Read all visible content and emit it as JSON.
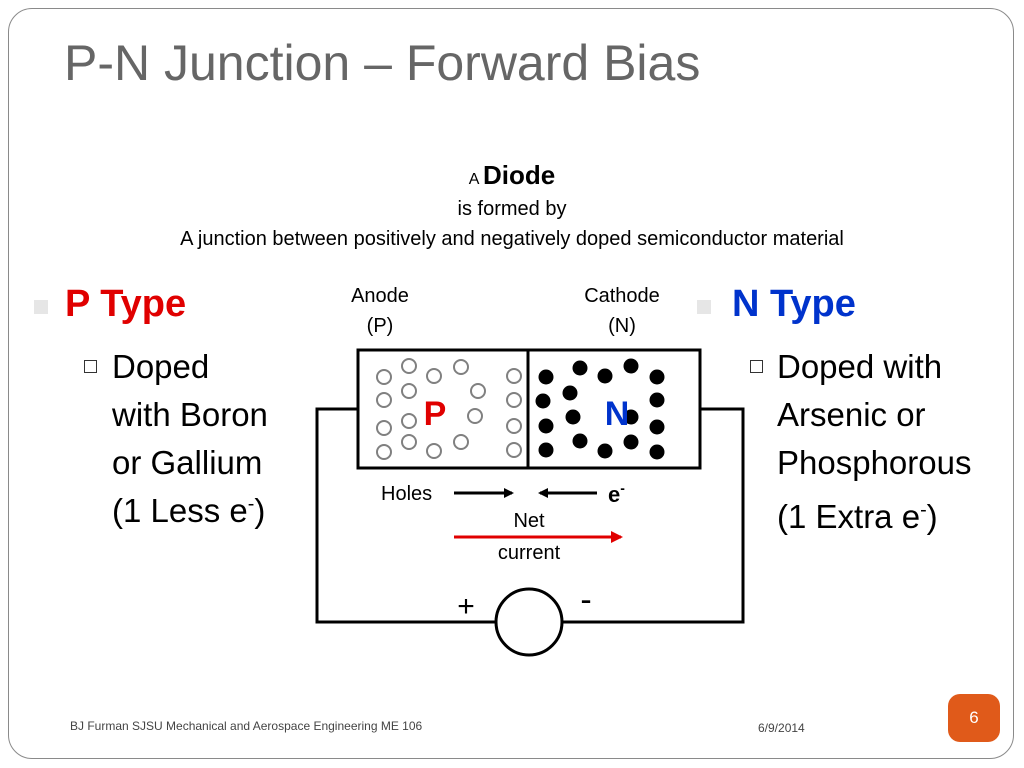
{
  "slide": {
    "title": "P-N Junction – Forward Bias",
    "subtitle": {
      "prefix": "A",
      "term": "Diode",
      "line2": "is formed by",
      "line3": "A junction between positively and negatively doped semiconductor material"
    },
    "left_column": {
      "heading": "P Type",
      "lines": [
        "Doped",
        "with Boron",
        "or Gallium",
        "(1 Less e"
      ],
      "superscript": "-",
      "closing": ")"
    },
    "right_column": {
      "heading": "N Type",
      "lines": [
        "Doped with",
        "Arsenic or",
        "Phosphorous",
        "(1 Extra e"
      ],
      "superscript": "-",
      "closing": ")"
    },
    "diagram": {
      "anode_label": "Anode",
      "anode_sub": "(P)",
      "cathode_label": "Cathode",
      "cathode_sub": "(N)",
      "p_label": "P",
      "n_label": "N",
      "holes_label": "Holes",
      "electron_label": "e",
      "electron_sup": "-",
      "net_label_1": "Net",
      "net_label_2": "current",
      "plus_label": "+",
      "minus_label": "-"
    },
    "footer": {
      "author": "BJ Furman SJSU Mechanical and Aerospace Engineering  ME 106",
      "date": "6/9/2014",
      "page": "6"
    },
    "colors": {
      "p_red": "#e00000",
      "n_blue": "#0033cc",
      "title_gray": "#666666",
      "badge_orange": "#e05a1a"
    }
  }
}
